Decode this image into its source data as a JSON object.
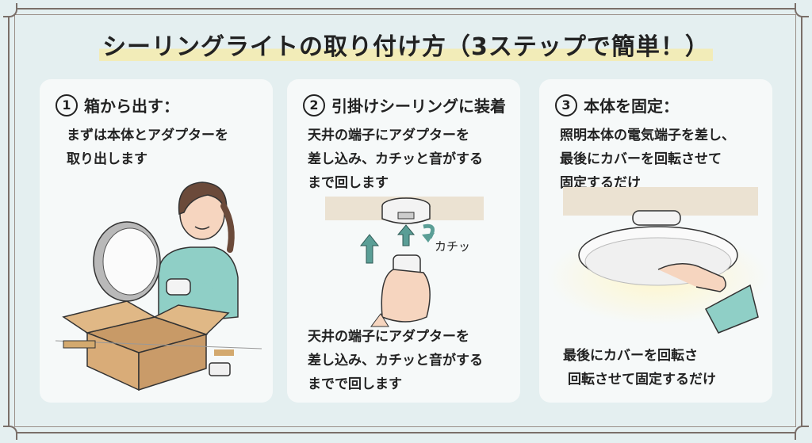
{
  "title": "シーリングライトの取り付け方（3ステップで簡単！）",
  "steps": [
    {
      "number": "1",
      "heading": "箱から出す：",
      "lines": [
        "まずは本体とアダプターを",
        "取り出します"
      ]
    },
    {
      "number": "2",
      "heading": "引掛けシーリングに装着",
      "lines": [
        "天井の端子にアダプターを",
        "差し込み、カチッと音がする",
        "まで回します"
      ],
      "sound_label": "カチッ",
      "bottom_lines": [
        "天井の端子にアダプターを",
        "差し込み、カチッと音がする",
        "までで回します"
      ]
    },
    {
      "number": "3",
      "heading": "本体を固定：",
      "lines": [
        "照明本体の電気端子を差し、",
        "最後にカバーを回転させて",
        "固定するだけ"
      ],
      "bottom_lines": [
        "最後にカバーを回転さ",
        "回転させて固定するだけ"
      ]
    }
  ],
  "colors": {
    "background": "#e4eff0",
    "card": "#f6f9f9",
    "arrow": "#5a9e96",
    "highlight": "#f2ecb8"
  }
}
